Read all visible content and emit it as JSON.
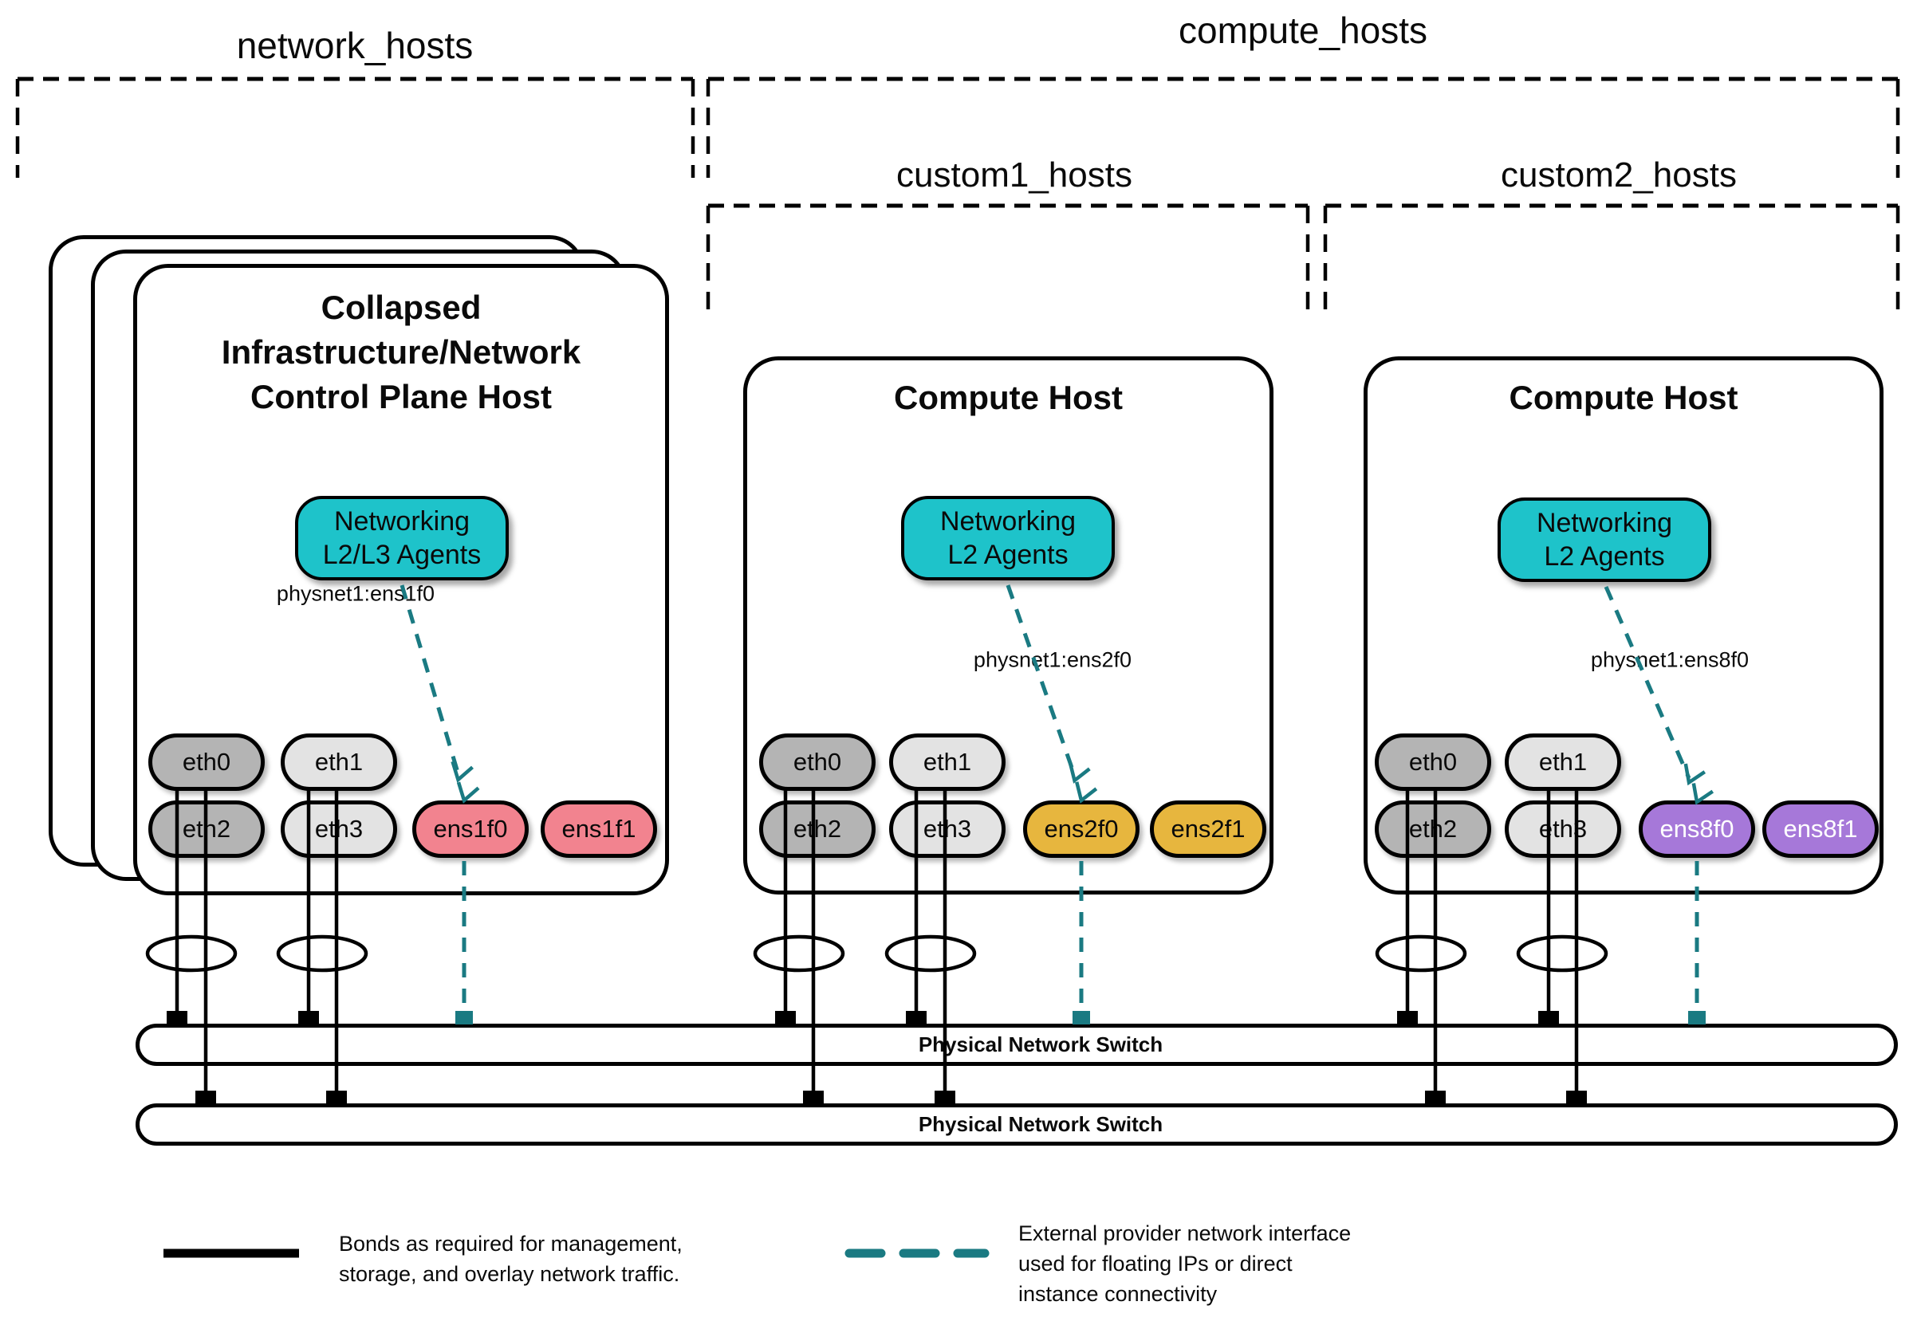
{
  "diagram_title": "Host networking layout diagram",
  "groups": {
    "network_hosts": {
      "label": "network_hosts"
    },
    "compute_hosts": {
      "label": "compute_hosts"
    },
    "custom1_hosts": {
      "label": "custom1_hosts"
    },
    "custom2_hosts": {
      "label": "custom2_hosts"
    }
  },
  "hosts": [
    {
      "title_line1": "Collapsed",
      "title_line2": "Infrastructure/Network",
      "title_line3": "Control Plane Host",
      "agent_line1": "Networking",
      "agent_line2": "L2/L3 Agents",
      "physnet_label": "physnet1:ens1f0",
      "interfaces": [
        {
          "label": "eth0"
        },
        {
          "label": "eth1"
        },
        {
          "label": "eth2"
        },
        {
          "label": "eth3"
        },
        {
          "label": "ens1f0"
        },
        {
          "label": "ens1f1"
        }
      ]
    },
    {
      "title_line1": "Compute Host",
      "agent_line1": "Networking",
      "agent_line2": "L2 Agents",
      "physnet_label": "physnet1:ens2f0",
      "interfaces": [
        {
          "label": "eth0"
        },
        {
          "label": "eth1"
        },
        {
          "label": "eth2"
        },
        {
          "label": "eth3"
        },
        {
          "label": "ens2f0"
        },
        {
          "label": "ens2f1"
        }
      ]
    },
    {
      "title_line1": "Compute Host",
      "agent_line1": "Networking",
      "agent_line2": "L2 Agents",
      "physnet_label": "physnet1:ens8f0",
      "interfaces": [
        {
          "label": "eth0"
        },
        {
          "label": "eth1"
        },
        {
          "label": "eth2"
        },
        {
          "label": "eth3"
        },
        {
          "label": "ens8f0"
        },
        {
          "label": "ens8f1"
        }
      ]
    }
  ],
  "switches": [
    {
      "label": "Physical Network Switch"
    },
    {
      "label": "Physical Network Switch"
    }
  ],
  "legend": {
    "bond_line1": "Bonds as required for management,",
    "bond_line2": "storage, and overlay network traffic.",
    "external_line1": "External provider network interface",
    "external_line2": "used for floating IPs or direct",
    "external_line3": "instance connectivity"
  },
  "colors": {
    "agent_box_teal": "#1ec3ca",
    "external_line_teal": "#1a7a82",
    "pink_interface": "#f2838f",
    "gold_interface": "#e7b63e",
    "purple_interface": "#a678d9",
    "gray_dark_interface": "#b4b4b4",
    "gray_light_interface": "#e3e3e3",
    "line_black": "#000000"
  }
}
